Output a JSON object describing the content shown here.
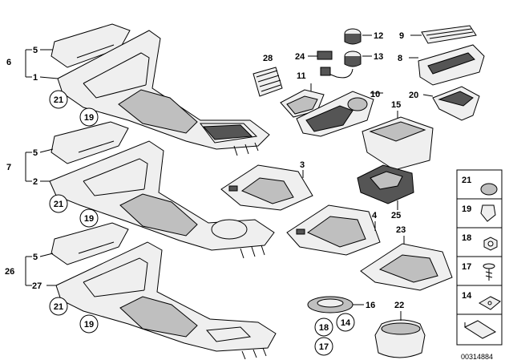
{
  "diagram": {
    "labels": {
      "l6": "6",
      "l5a": "5",
      "l1": "1",
      "l21a": "21",
      "l19a": "19",
      "l7": "7",
      "l5b": "5",
      "l2": "2",
      "l21b": "21",
      "l19b": "19",
      "l26": "26",
      "l5c": "5",
      "l27": "27",
      "l21c": "21",
      "l19c": "19",
      "l28": "28",
      "l24": "24",
      "l12": "12",
      "l13": "13",
      "l11": "11",
      "l10": "10",
      "l9": "9",
      "l8": "8",
      "l20": "20",
      "l15": "15",
      "l3": "3",
      "l4": "4",
      "l25": "25",
      "l23": "23",
      "l16": "16",
      "l18": "18",
      "l14": "14",
      "l17": "17",
      "l22": "22"
    },
    "legend": {
      "items": [
        "21",
        "19",
        "18",
        "17",
        "14"
      ]
    },
    "doc_id": "00314884"
  }
}
